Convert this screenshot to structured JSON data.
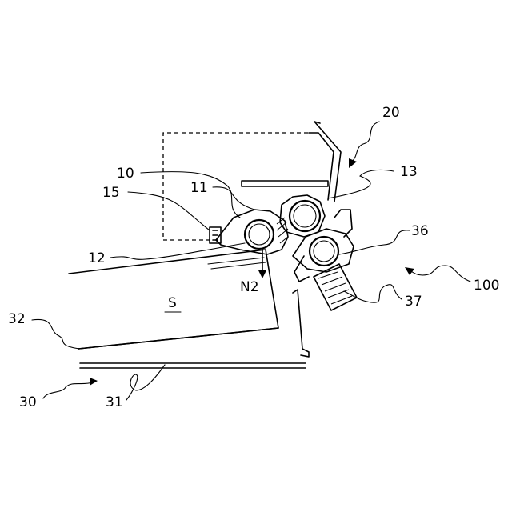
{
  "labels": {
    "ref_20": "20",
    "ref_13": "13",
    "ref_10": "10",
    "ref_11": "11",
    "ref_15": "15",
    "ref_36": "36",
    "ref_12": "12",
    "ref_n2": "N2",
    "ref_100": "100",
    "ref_s": "S",
    "ref_37": "37",
    "ref_32": "32",
    "ref_30": "30",
    "ref_31": "31"
  }
}
